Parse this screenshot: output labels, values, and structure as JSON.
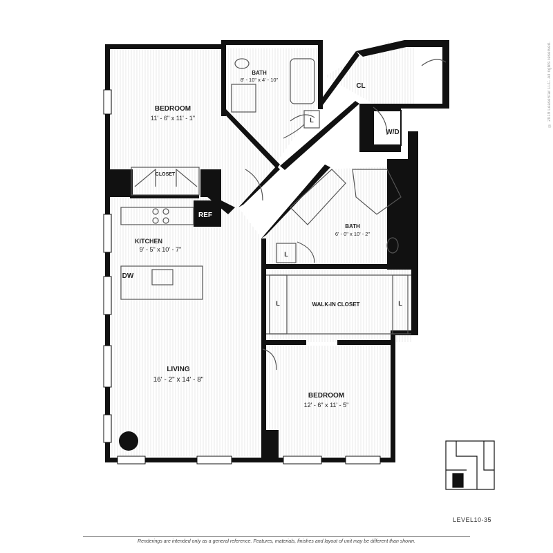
{
  "rooms": {
    "bedroom1": {
      "name": "BEDROOM",
      "dims": "11' - 6\" x 11' - 1\""
    },
    "bath1": {
      "name": "BATH",
      "dims": "8' - 10\" x 4' - 10\""
    },
    "closet": {
      "name": "CLOSET"
    },
    "cl": {
      "name": "CL"
    },
    "wd": {
      "name": "W/D"
    },
    "ref": {
      "name": "REF"
    },
    "kitchen": {
      "name": "KITCHEN",
      "dims": "9' - 5\" x 10' - 7\""
    },
    "dw": {
      "name": "DW"
    },
    "bath2": {
      "name": "BATH",
      "dims": "6' - 0\" x 10' - 2\""
    },
    "walkin": {
      "name": "WALK-IN CLOSET"
    },
    "living": {
      "name": "LIVING",
      "dims": "16' - 2\" x 14' - 8\""
    },
    "bedroom2": {
      "name": "BEDROOM",
      "dims": "12' - 6\" x 11' - 5\""
    },
    "linen_tag": "L"
  },
  "footer": {
    "level": "LEVEL10-35",
    "disclaimer": "Renderings are intended only as a general reference. Features, materials, finishes and layout of unit may be different than shown.",
    "copyright": "© 2019 LeaseStar LLC. All rights reserved."
  },
  "colors": {
    "wall": "#111111",
    "floor_line": "#d6d6d6",
    "fixture": "#555555"
  }
}
